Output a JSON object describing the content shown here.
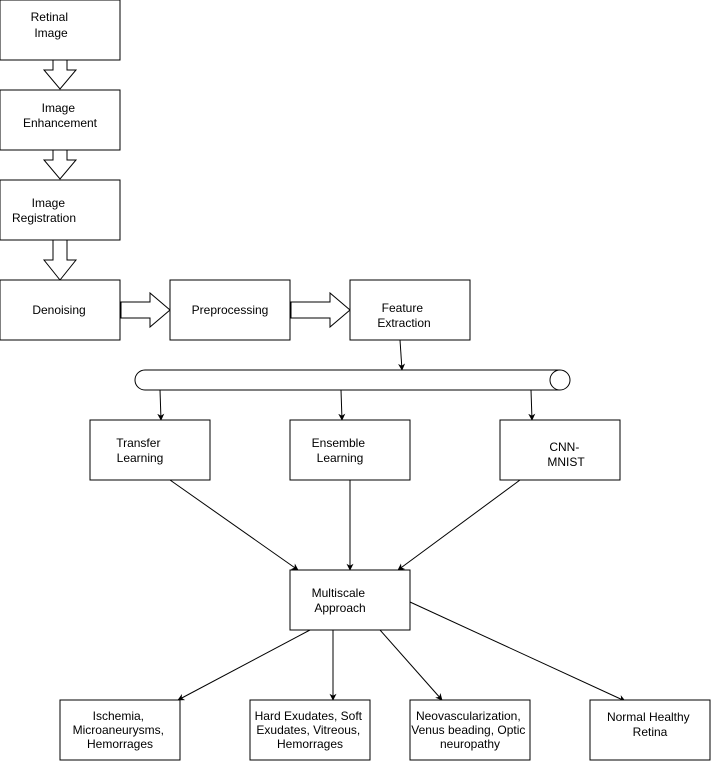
{
  "nodes": {
    "retinal_image": [
      "Retinal",
      "Image"
    ],
    "image_enhancement": [
      "Image",
      "Enhancement"
    ],
    "image_registration": [
      "Image",
      "Registration"
    ],
    "denoising": [
      "Denoising"
    ],
    "preprocessing": [
      "Preprocessing"
    ],
    "feature_extraction": [
      "Feature",
      "Extraction"
    ],
    "transfer_learning": [
      "Transfer",
      "Learning"
    ],
    "ensemble_learning": [
      "Ensemble",
      "Learning"
    ],
    "cnn_mnist": [
      "CNN-",
      "MNIST"
    ],
    "multiscale_approach": [
      "Multiscale",
      "Approach"
    ],
    "output_ischemia": [
      "Ischemia,",
      "Microaneurysms,",
      "Hemorrages"
    ],
    "output_exudates": [
      "Hard Exudates, Soft",
      "Exudates, Vitreous,",
      "Hemorrages"
    ],
    "output_neovascularization": [
      "Neovascularization,",
      "Venus beading, Optic",
      "neuropathy"
    ],
    "output_normal": [
      "Normal Healthy",
      "Retina"
    ]
  },
  "colors": {
    "stroke": "#000000",
    "fill": "#ffffff",
    "text": "#000000"
  }
}
